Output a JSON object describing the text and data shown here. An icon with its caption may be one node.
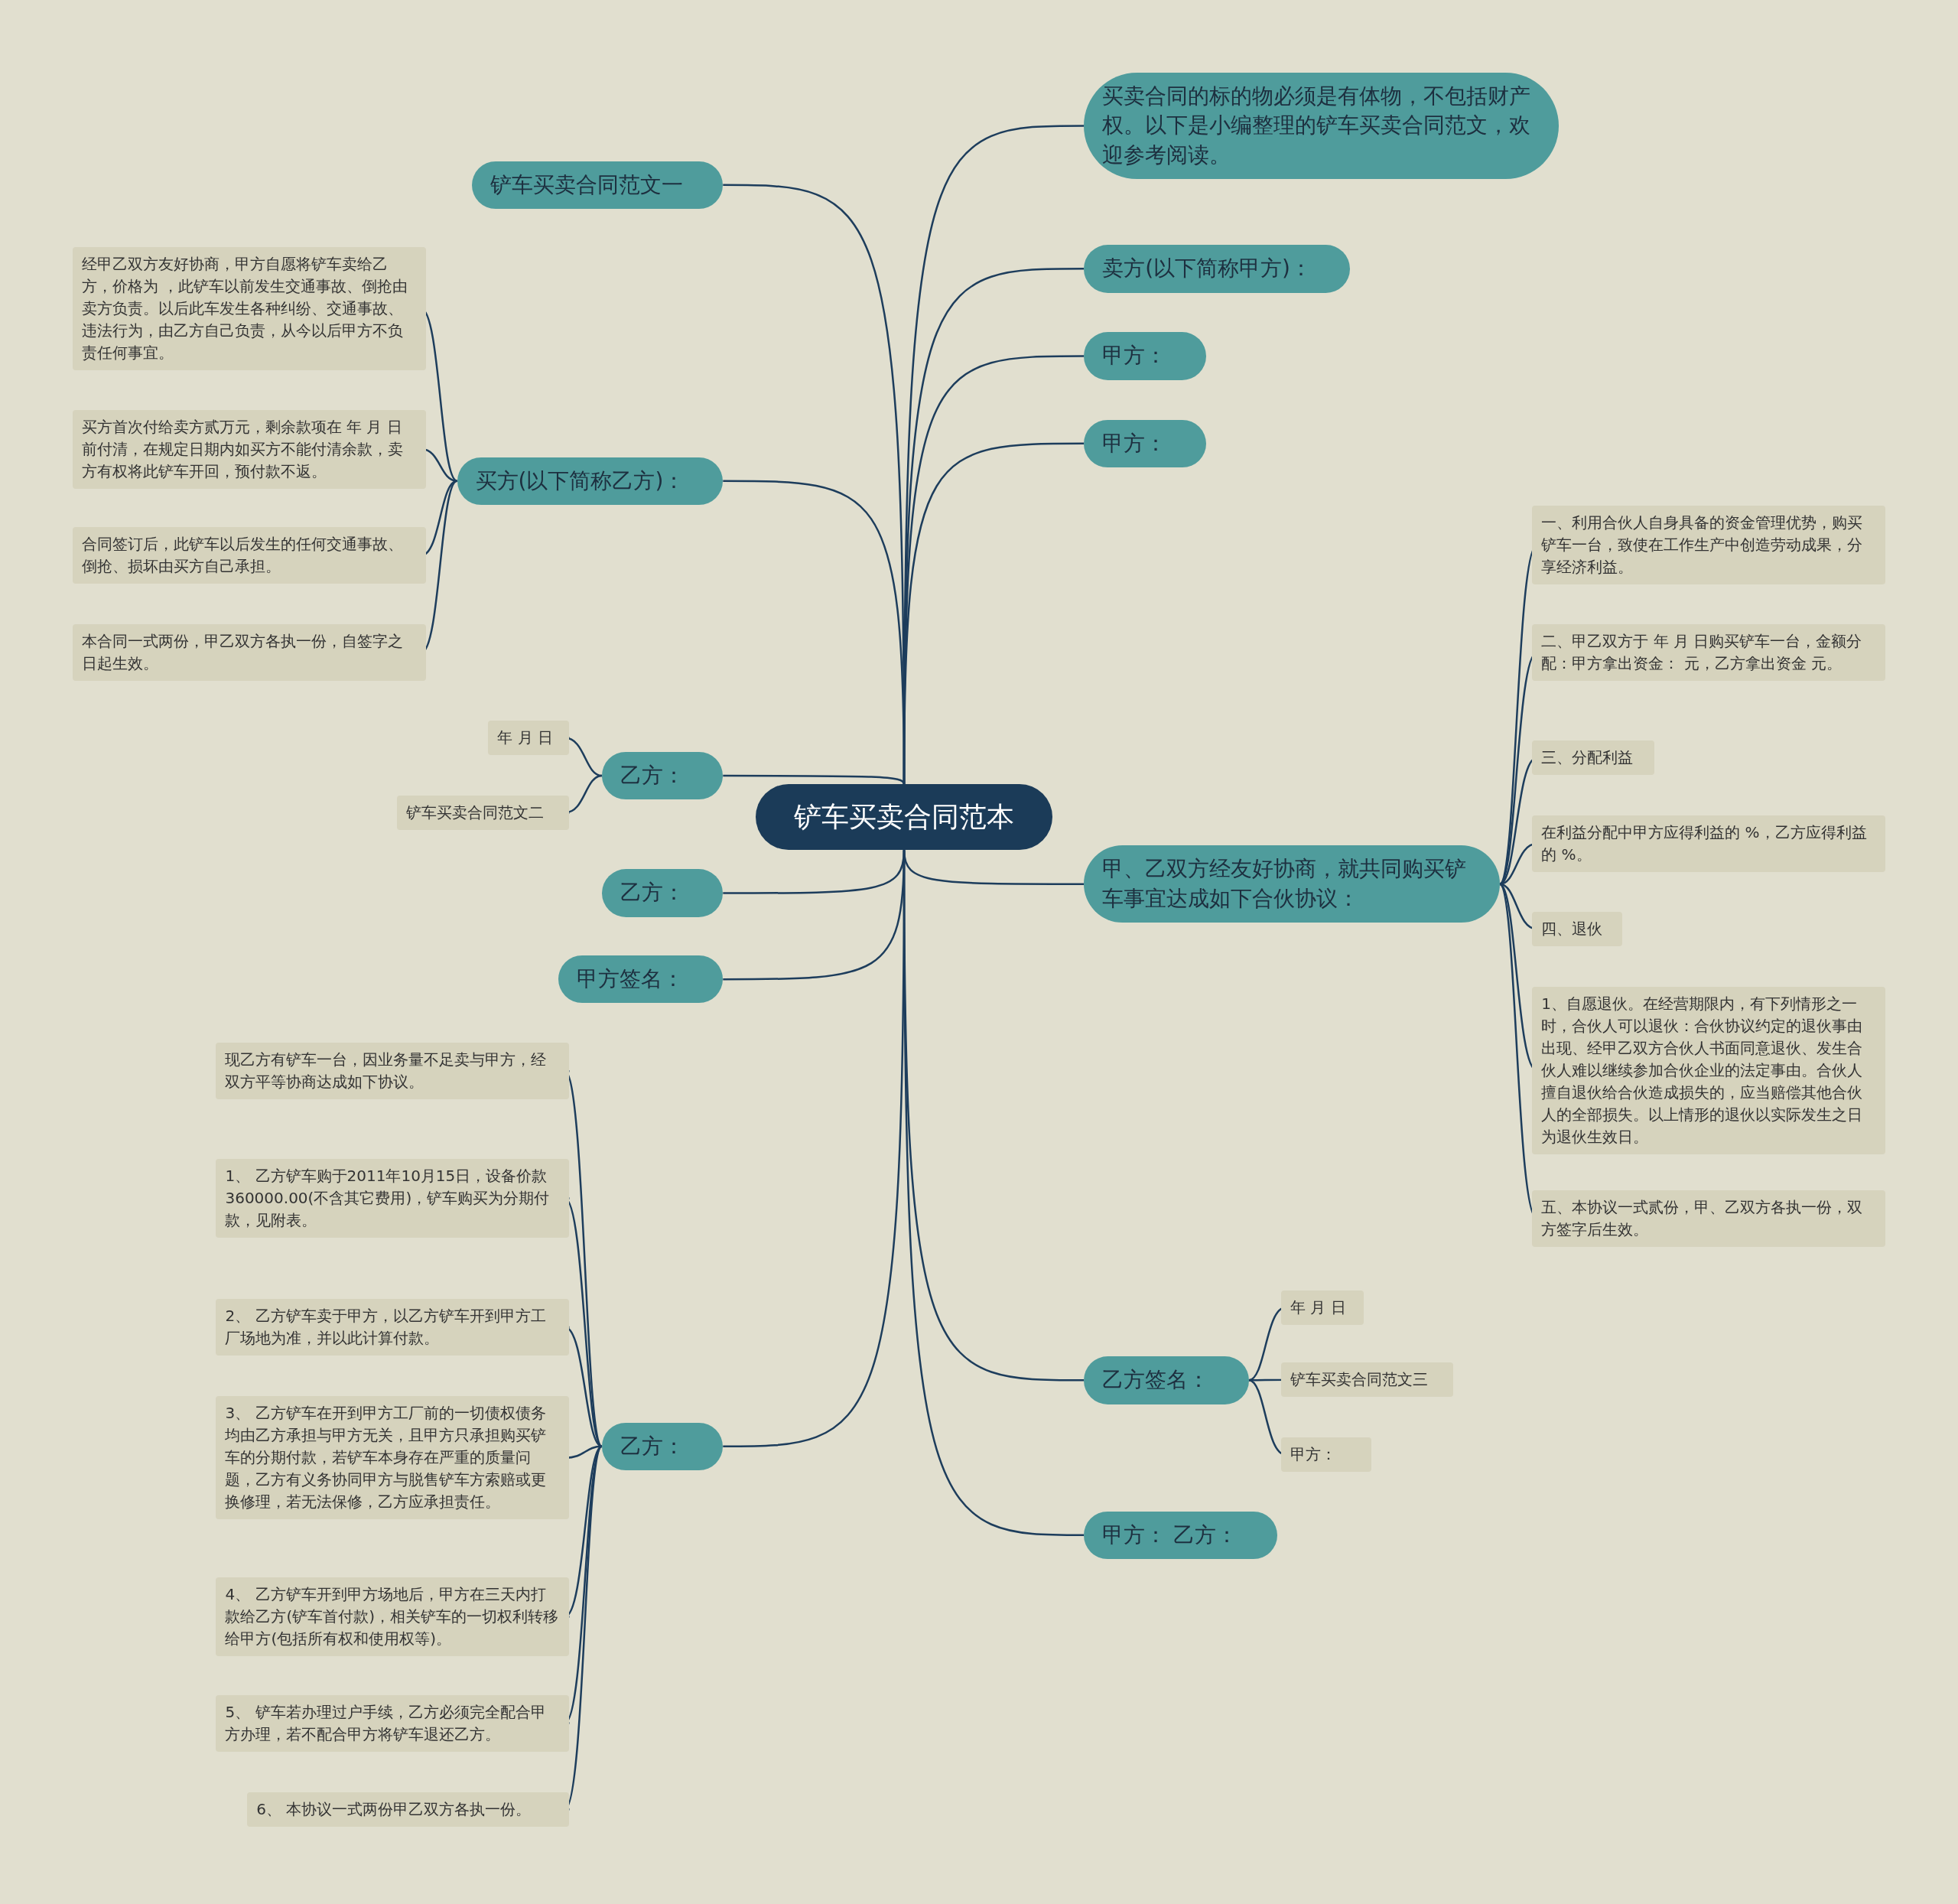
{
  "diagram": {
    "nodes": [
      {
        "text": [
          "铲车买卖合同范本"
        ]
      },
      {
        "text": [
          "买卖合同的标的物必须是有体物，不包括财产权。以下是小编整理的铲车买卖合同范文，欢迎参考阅读。"
        ]
      },
      {
        "text": [
          "卖方(以下简称甲方)："
        ]
      },
      {
        "text": [
          "甲方："
        ]
      },
      {
        "text": [
          "甲方："
        ]
      },
      {
        "text": [
          "甲、乙双方经友好协商，就共同购买铲车事宜达成如下合伙协议："
        ]
      },
      {
        "text": [
          "一、利用合伙人自身具备的资金管理优势，购买铲车一台，致使在工作生产中创造劳动成果，分享经济利益。"
        ]
      },
      {
        "text": [
          "二、甲乙双方于 年 月 日购买铲车一台，金额分配：甲方拿出资金： 元，乙方拿出资金 元。"
        ]
      },
      {
        "text": [
          "三、分配利益"
        ]
      },
      {
        "text": [
          "在利益分配中甲方应得利益的 %，乙方应得利益的 %。"
        ]
      },
      {
        "text": [
          "四、退伙"
        ]
      },
      {
        "text": [
          "1、自愿退伙。在经营期限内，有下列情形之一时，合伙人可以退伙：合伙协议约定的退伙事由出现、经甲乙双方合伙人书面同意退伙、发生合伙人难以继续参加合伙企业的法定事由。合伙人擅自退伙给合伙造成损失的，应当赔偿其他合伙人的全部损失。以上情形的退伙以实际发生之日为退伙生效日。"
        ]
      },
      {
        "text": [
          "五、本协议一式贰份，甲、乙双方各执一份，双方签字后生效。"
        ]
      },
      {
        "text": [
          "乙方签名："
        ]
      },
      {
        "text": [
          "年 月 日"
        ]
      },
      {
        "text": [
          "铲车买卖合同范文三"
        ]
      },
      {
        "text": [
          "甲方："
        ]
      },
      {
        "text": [
          "甲方：  乙方："
        ]
      },
      {
        "text": [
          "铲车买卖合同范文一"
        ]
      },
      {
        "text": [
          "买方(以下简称乙方)："
        ]
      },
      {
        "text": [
          "经甲乙双方友好协商，甲方自愿将铲车卖给乙方，价格为 ，此铲车以前发生交通事故、倒抢由卖方负责。以后此车发生各种纠纷、交通事故、违法行为，由乙方自己负责，从今以后甲方不负责任何事宜。"
        ]
      },
      {
        "text": [
          "买方首次付给卖方贰万元，剩余款项在 年 月 日前付清，在规定日期内如买方不能付清余款，卖方有权将此铲车开回，预付款不返。"
        ]
      },
      {
        "text": [
          "合同签订后，此铲车以后发生的任何交通事故、倒抢、损坏由买方自己承担。"
        ]
      },
      {
        "text": [
          "本合同一式两份，甲乙双方各执一份，自签字之日起生效。"
        ]
      },
      {
        "text": [
          "乙方："
        ]
      },
      {
        "text": [
          "年 月 日"
        ]
      },
      {
        "text": [
          "铲车买卖合同范文二"
        ]
      },
      {
        "text": [
          "乙方："
        ]
      },
      {
        "text": [
          "甲方签名："
        ]
      },
      {
        "text": [
          "乙方："
        ]
      },
      {
        "text": [
          "现乙方有铲车一台，因业务量不足卖与甲方，经双方平等协商达成如下协议。"
        ]
      },
      {
        "text": [
          "1、 乙方铲车购于2011年10月15日，设备价款360000.00(不含其它费用)，铲车购买为分期付款，见附表。"
        ]
      },
      {
        "text": [
          "2、 乙方铲车卖于甲方，以乙方铲车开到甲方工厂场地为准，并以此计算付款。"
        ]
      },
      {
        "text": [
          "3、 乙方铲车在开到甲方工厂前的一切债权债务均由乙方承担与甲方无关，且甲方只承担购买铲车的分期付款，若铲车本身存在严重的质量问题，乙方有义务协同甲方与脱售铲车方索赔或更换修理，若无法保修，乙方应承担责任。"
        ]
      },
      {
        "text": [
          "4、 乙方铲车开到甲方场地后，甲方在三天内打款给乙方(铲车首付款)，相关铲车的一切权利转移给甲方(包括所有权和使用权等)。"
        ]
      },
      {
        "text": [
          "5、 铲车若办理过户手续，乙方必须完全配合甲方办理，若不配合甲方将铲车退还乙方。"
        ]
      },
      {
        "text": [
          "6、 本协议一式两份甲乙双方各执一份。"
        ]
      }
    ],
    "edges": [
      {
        "from": 0,
        "to": 1,
        "arrow": "none"
      },
      {
        "from": 0,
        "to": 2,
        "arrow": "none"
      },
      {
        "from": 0,
        "to": 3,
        "arrow": "none"
      },
      {
        "from": 0,
        "to": 4,
        "arrow": "none"
      },
      {
        "from": 0,
        "to": 5,
        "arrow": "none"
      },
      {
        "from": 5,
        "to": 6,
        "arrow": "none"
      },
      {
        "from": 5,
        "to": 7,
        "arrow": "none"
      },
      {
        "from": 5,
        "to": 8,
        "arrow": "none"
      },
      {
        "from": 5,
        "to": 9,
        "arrow": "none"
      },
      {
        "from": 5,
        "to": 10,
        "arrow": "none"
      },
      {
        "from": 5,
        "to": 11,
        "arrow": "none"
      },
      {
        "from": 5,
        "to": 12,
        "arrow": "none"
      },
      {
        "from": 0,
        "to": 13,
        "arrow": "none"
      },
      {
        "from": 13,
        "to": 14,
        "arrow": "none"
      },
      {
        "from": 13,
        "to": 15,
        "arrow": "none"
      },
      {
        "from": 13,
        "to": 16,
        "arrow": "none"
      },
      {
        "from": 0,
        "to": 17,
        "arrow": "none"
      },
      {
        "from": 0,
        "to": 18,
        "arrow": "none"
      },
      {
        "from": 0,
        "to": 19,
        "arrow": "none"
      },
      {
        "from": 19,
        "to": 20,
        "arrow": "none"
      },
      {
        "from": 19,
        "to": 21,
        "arrow": "none"
      },
      {
        "from": 19,
        "to": 22,
        "arrow": "none"
      },
      {
        "from": 19,
        "to": 23,
        "arrow": "none"
      },
      {
        "from": 0,
        "to": 24,
        "arrow": "none"
      },
      {
        "from": 24,
        "to": 25,
        "arrow": "none"
      },
      {
        "from": 24,
        "to": 26,
        "arrow": "none"
      },
      {
        "from": 0,
        "to": 27,
        "arrow": "none"
      },
      {
        "from": 0,
        "to": 28,
        "arrow": "none"
      },
      {
        "from": 0,
        "to": 29,
        "arrow": "none"
      },
      {
        "from": 29,
        "to": 30,
        "arrow": "none"
      },
      {
        "from": 29,
        "to": 31,
        "arrow": "none"
      },
      {
        "from": 29,
        "to": 32,
        "arrow": "none"
      },
      {
        "from": 29,
        "to": 33,
        "arrow": "none"
      },
      {
        "from": 29,
        "to": 34,
        "arrow": "none"
      },
      {
        "from": 29,
        "to": 35,
        "arrow": "none"
      },
      {
        "from": 29,
        "to": 36,
        "arrow": "none"
      }
    ]
  }
}
